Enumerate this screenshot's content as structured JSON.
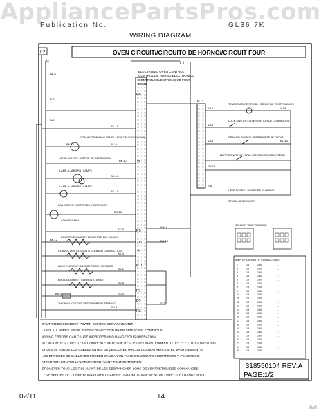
{
  "watermark": "AppliancePartsPros.com",
  "header": {
    "brand": "Publication No.",
    "model": "GL36 7K"
  },
  "title": "WIRING DIAGRAM",
  "diagram": {
    "line_labels": [
      "L2",
      "N"
    ],
    "neutral_terminal": "N-3",
    "circuit_title": "OVEN CIRCUIT//CIRCUITO DE HORNO//CIRCUIT FOUR",
    "control_label": "L1",
    "control_board": [
      "ELECTRONIC OVEN CONTROL",
      "CONTROL DE HORNO ELECTRONICO",
      "CONTROLE ELECTRONIQUE FOUR",
      "ES 23"
    ],
    "connectors": [
      "P6",
      "J3",
      "P11",
      "P5",
      "J11",
      "J5",
      "P10",
      "P1",
      "P2",
      "P3"
    ],
    "right_components": [
      "TEMPERATURE PROBE / SONDE DE TEMPERATURE",
      "LOCK SWITCH / INTERRUPTOR DE CERRADURA",
      "DRAWER SWITCH / INTERRUPTEUR TIROIR",
      "MOTOR SWITCH LATCH / INTERRUPTEUR MOTEUR",
      "HEAT PROBE / SONDE DE CHALEUR",
      "STEAM GENERATOR"
    ],
    "left_components": [
      "CONVECTION FAN / VENTILADOR DE CONVECCION",
      "LATCH MOTOR / MOTOR DE CERRADURA",
      "LAMP / LAMPARA / LAMPE",
      "LAMP / LAMPARA / LAMPE",
      "FAN MOTOR / MOTOR DE VENTILADOR",
      "COOLING FAN",
      "DRAWER ELEMENT / ELEMENTO DEL CAJON",
      "CONVECTION ELEMENT / ELEMENT CONVECTION",
      "BAKE ELEMENT / ELEMENTO DE HORNEAR",
      "BROIL ELEMENT / ELEMENTO ASAR",
      "THERMAL CUTOUT / INTERRUPTOR TERMICO"
    ],
    "wire_labels": [
      "N-2",
      "N-6",
      "BK-15",
      "BK-14",
      "BK-9",
      "BK-17",
      "BK-18",
      "BK-10",
      "BK-16",
      "BK-8",
      "BK-12",
      "BK-4",
      "BK-1",
      "BK-5",
      "BK-3",
      "RD-2",
      "RD-4",
      "WH-8",
      "Y-18",
      "Y-14",
      "V-10",
      "V-16",
      "BL-14",
      "GY-19",
      "BK-13",
      "S-5",
      "S-7"
    ],
    "sensor_box": "SENSOR TEMPERATURE",
    "table_header": "IDENTIFICATION OF CONDUCTORS",
    "table_rows": [
      [
        "2",
        "18",
        "150",
        "..."
      ],
      [
        "3",
        "18",
        "150",
        "..."
      ],
      [
        "4",
        "18",
        "150",
        "..."
      ],
      [
        "5",
        "14",
        "150",
        "..."
      ],
      [
        "6",
        "18",
        "150",
        "..."
      ],
      [
        "7",
        "18",
        "150",
        "..."
      ],
      [
        "8",
        "18",
        "150",
        "..."
      ],
      [
        "9",
        "18",
        "150",
        "..."
      ],
      [
        "10",
        "18",
        "150",
        "..."
      ],
      [
        "11",
        "18",
        "150",
        "..."
      ],
      [
        "12",
        "18",
        "150",
        "..."
      ],
      [
        "13",
        "18",
        "150",
        "..."
      ],
      [
        "14",
        "18",
        "150",
        "..."
      ],
      [
        "15",
        "18",
        "150",
        "..."
      ],
      [
        "16",
        "18",
        "150",
        "..."
      ],
      [
        "17",
        "18",
        "150",
        "..."
      ],
      [
        "18",
        "18",
        "150",
        "..."
      ],
      [
        "19",
        "18",
        "150",
        "..."
      ],
      [
        "20",
        "18",
        "150",
        "..."
      ],
      [
        "21",
        "18",
        "150",
        "..."
      ],
      [
        "22",
        "18",
        "150",
        "..."
      ],
      [
        "23",
        "18",
        "150",
        "..."
      ],
      [
        "24",
        "18",
        "150",
        "..."
      ],
      [
        "25",
        "18",
        "150",
        "..."
      ]
    ],
    "warning_lines": [
      "CAUTION:DISCONNECT POWER BEFORE SERVICING UNIT.",
      "LABEL ALL WIRES PRIOR TO DISCONNECTION WHEN SERVICING CONTROLS.",
      "WIRING ERRORS CAN CAUSE IMPROPER AND DANGEROUS OPERATION.",
      "ATENCION:DESCONECTE LA CORRIENTE ANTES DE REALIZAR EL MANTENIMIENTO DEL ELECTRODOMESTICO.",
      "ETIQUETE TODOS LOS CABLES ANTES DE DESCONECTARLOS CUANDO REALICE EL MANTENIMIENTO.",
      "LOS ERRORES DE CABLEADO PUEDEN CAUSAR UN FUNCIONAMIENTO INCORRECTO Y PELIGROSO.",
      "ATTENTION:COUPER L'ALIMENTATION AVANT TOUT ENTRETIEN.",
      "ETIQUETER TOUS LES FILS AVANT DE LES DEBRANCHER LORS DE L'ENTRETIEN DES COMMANDES.",
      "LES ERREURS DE CONNEXION PEUVENT CAUSER UN FONCTIONNEMENT INCORRECT ET DANGEREUX."
    ],
    "part_number": "318550104 REV:A",
    "page": "PAGE:1/2"
  },
  "footer": {
    "date": "02/11",
    "page_number": "14",
    "ad": "Ad"
  }
}
